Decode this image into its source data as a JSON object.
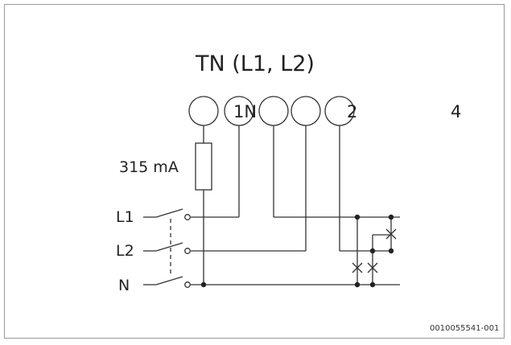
{
  "diagram": {
    "title": "TN (L1, L2)",
    "terminals": [
      "1N",
      "2",
      "4"
    ],
    "fuse_rating": "315 mA",
    "lines": [
      "L1",
      "L2",
      "N"
    ],
    "image_code": "0010055541-001",
    "colors": {
      "wire": "#333333",
      "frame": "#9a9a9a",
      "text": "#222222"
    }
  }
}
